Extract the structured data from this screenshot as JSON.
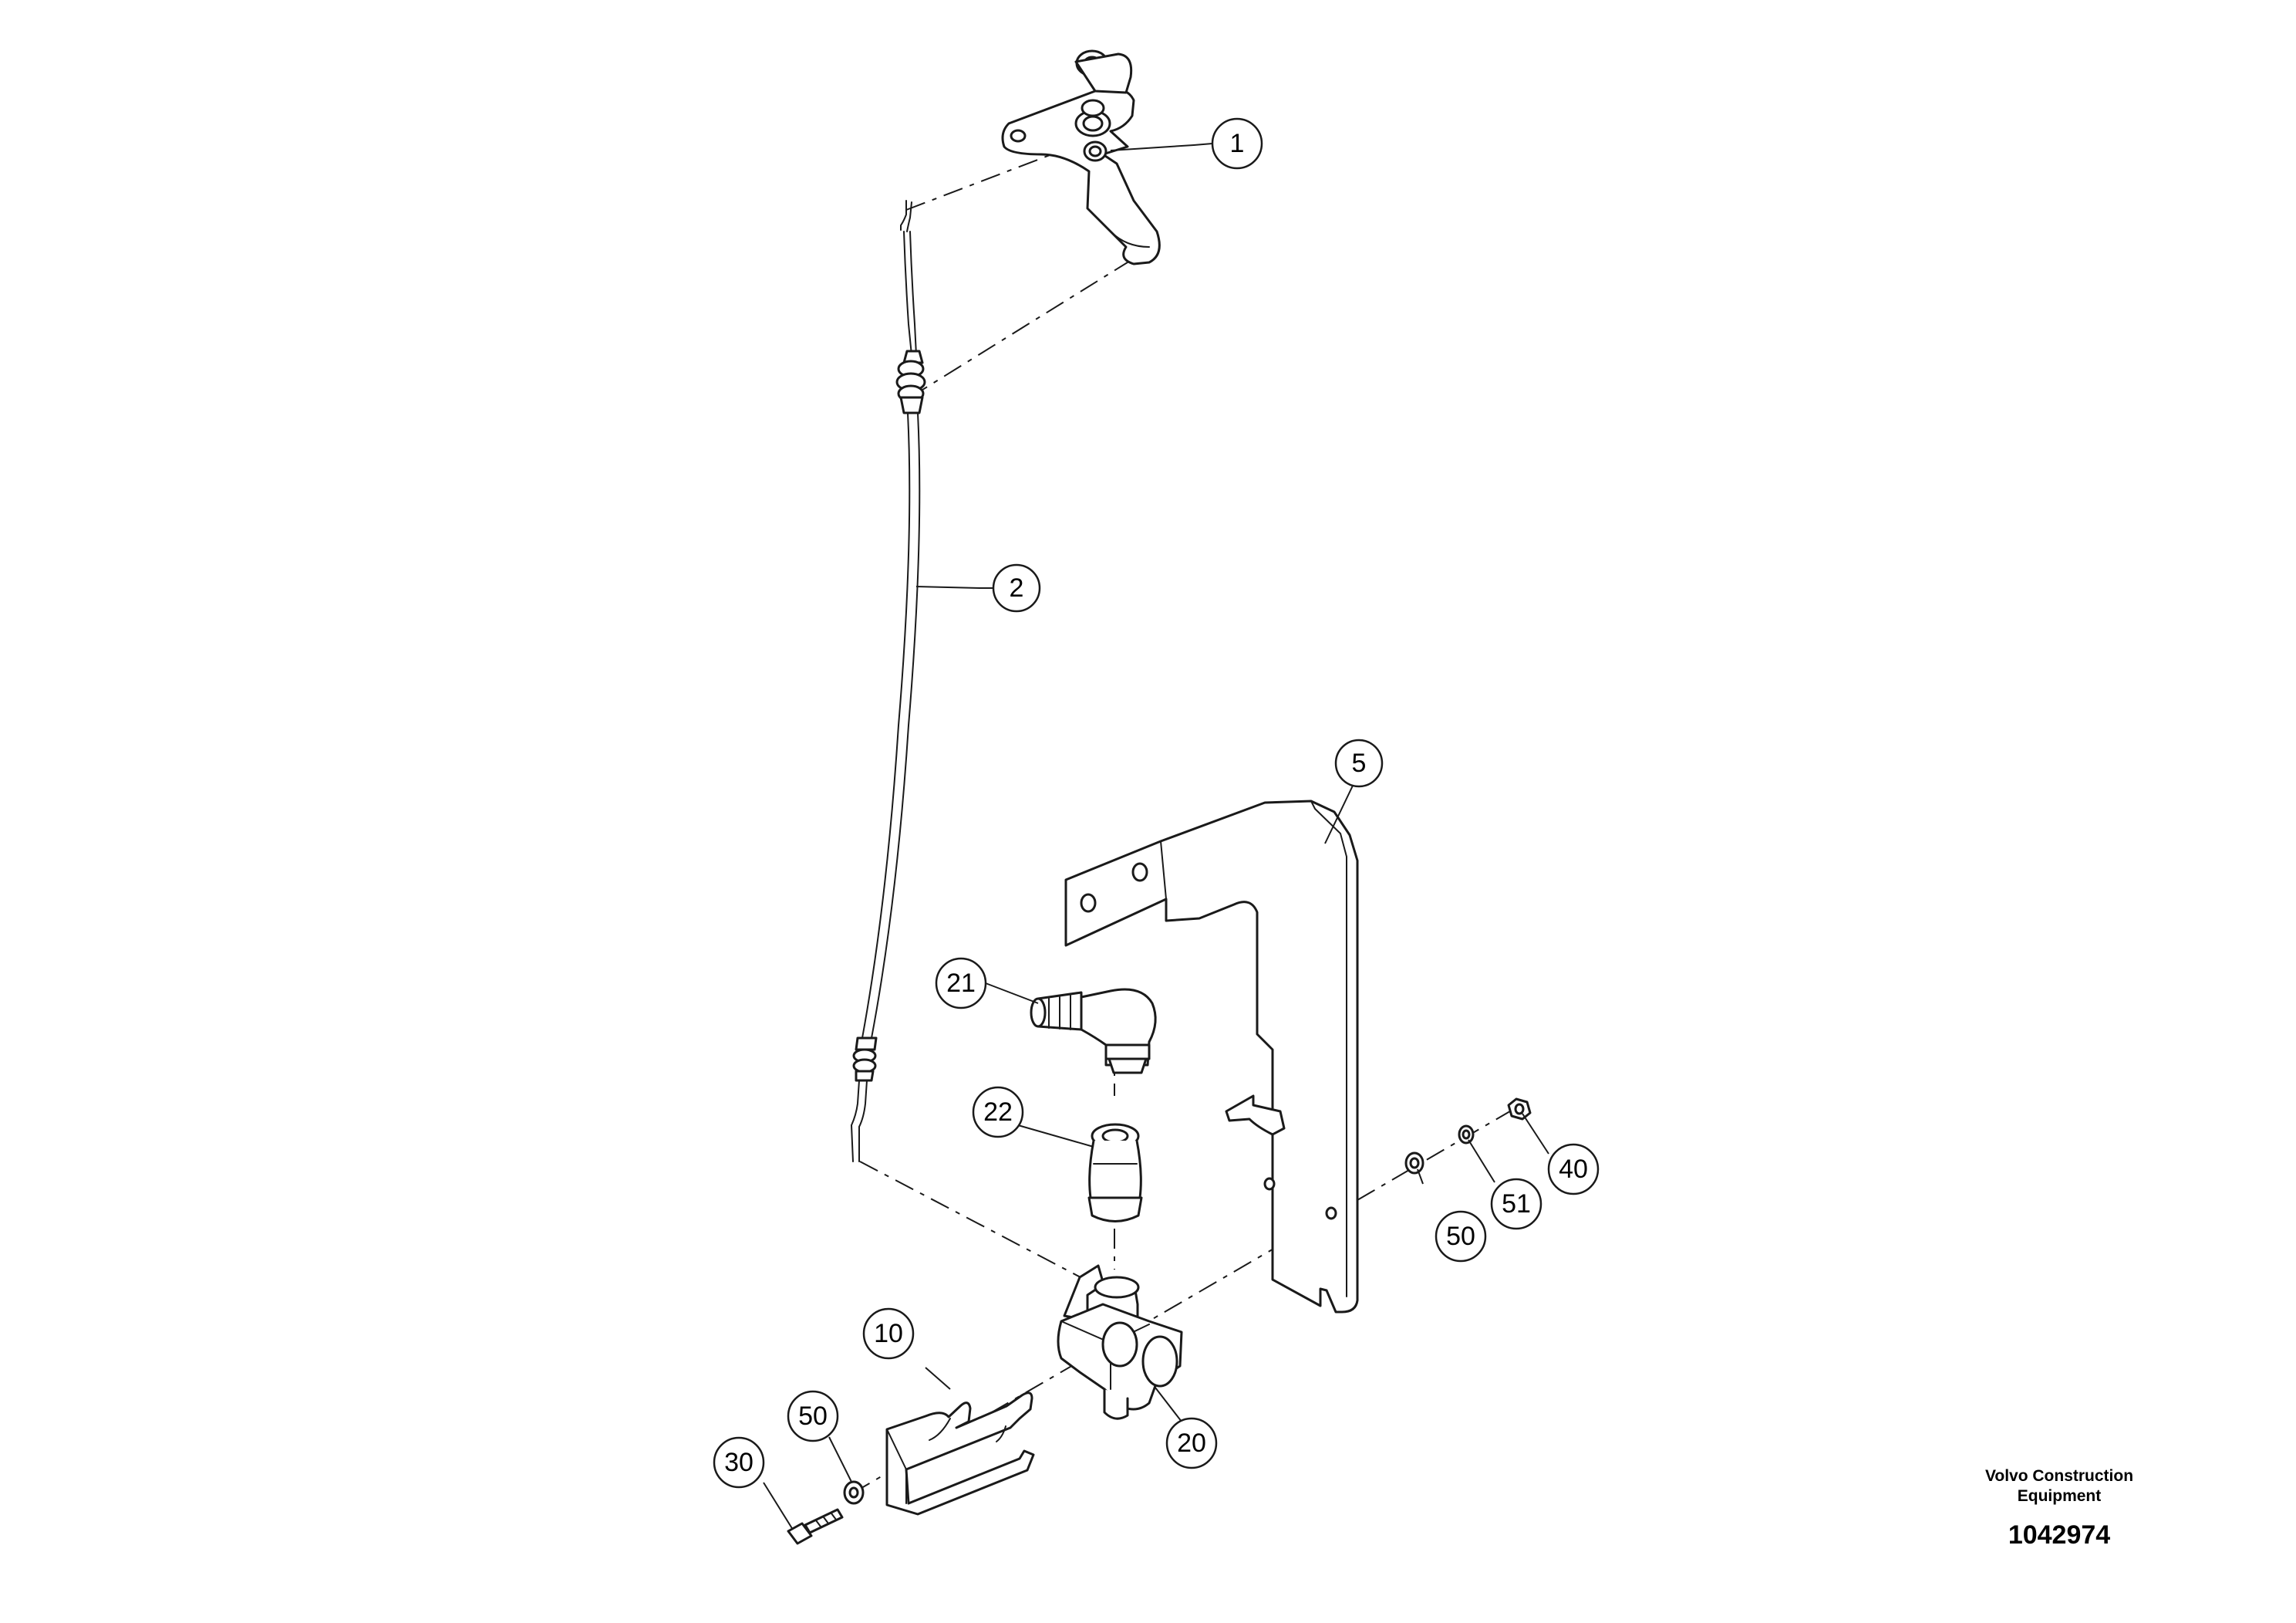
{
  "callouts": [
    {
      "id": "part-1",
      "label": "1"
    },
    {
      "id": "part-2",
      "label": "2"
    },
    {
      "id": "part-5",
      "label": "5"
    },
    {
      "id": "part-21",
      "label": "21"
    },
    {
      "id": "part-22",
      "label": "22"
    },
    {
      "id": "part-10",
      "label": "10"
    },
    {
      "id": "part-20",
      "label": "20"
    },
    {
      "id": "part-30",
      "label": "30"
    },
    {
      "id": "part-50-left",
      "label": "50"
    },
    {
      "id": "part-50-right",
      "label": "50"
    },
    {
      "id": "part-51",
      "label": "51"
    },
    {
      "id": "part-40",
      "label": "40"
    }
  ],
  "title_block": {
    "maker": "Volvo Construction\nEquipment",
    "drawing_number": "1042974"
  }
}
